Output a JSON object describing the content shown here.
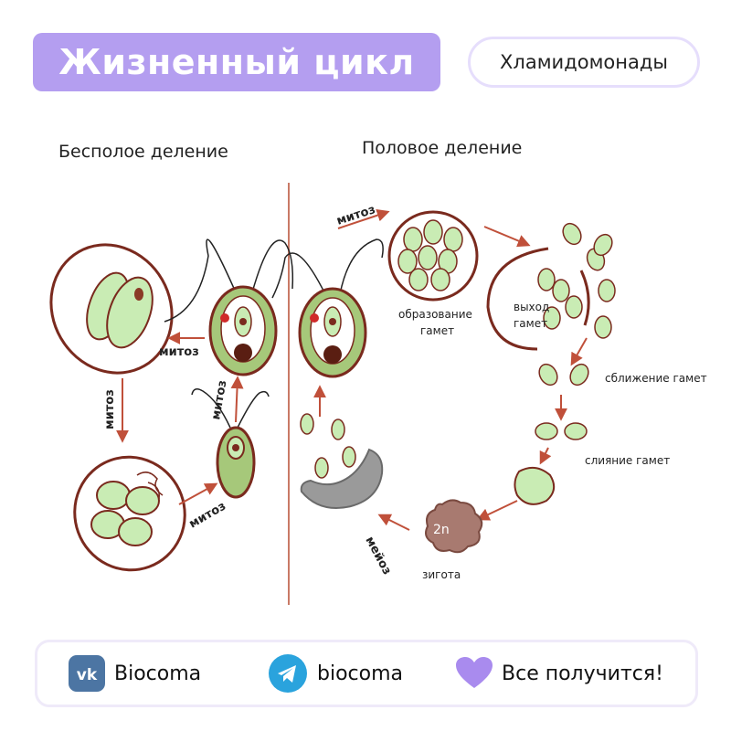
{
  "header": {
    "title": "Жизненный цикл",
    "subtitle": "Хламидомонады"
  },
  "sections": {
    "asexual": "Бесполое деление",
    "sexual": "Половое деление"
  },
  "labels": {
    "mitosis_1": "митоз",
    "mitosis_2": "митоз",
    "mitosis_3": "митоз",
    "mitosis_4": "митоз",
    "mitosis_5": "митоз",
    "gamete_formation_1": "образование",
    "gamete_formation_2": "гамет",
    "gamete_exit_1": "выход",
    "gamete_exit_2": "гамет",
    "gamete_approach": "сближение гамет",
    "gamete_fusion": "слияние гамет",
    "zygote_ploidy": "2n",
    "zygote": "зигота",
    "meiosis": "мейоз"
  },
  "footer": {
    "vk_label": "Biocoma",
    "telegram_label": "biocoma",
    "slogan": "Все получится!"
  },
  "colors": {
    "title_bg": "#b49ef0",
    "cell_fill": "#c9ecb4",
    "outline": "#7a2a1e",
    "arrow": "#c0503a",
    "vk": "#4c75a3",
    "telegram": "#2aa3dd",
    "heart": "#a98bee"
  }
}
